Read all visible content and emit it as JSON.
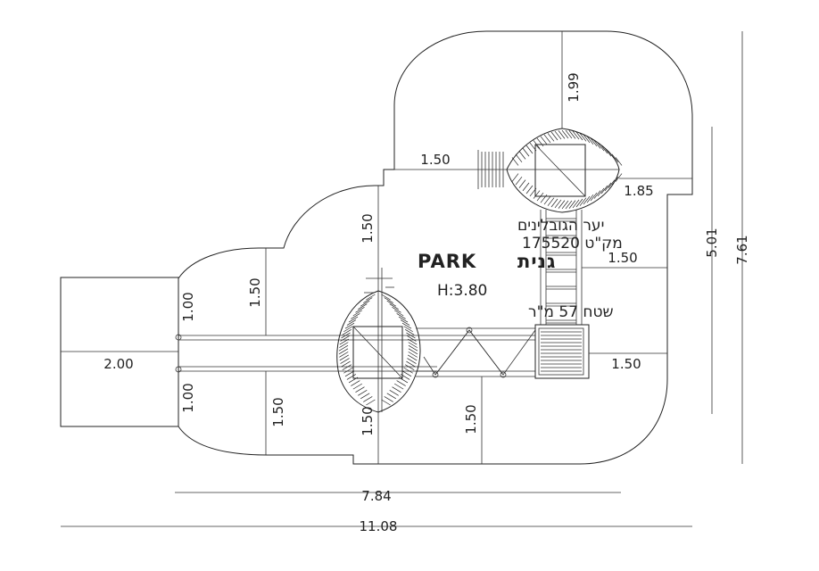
{
  "title": {
    "name": "יער הגובלינים",
    "sku_line": "מק\"ט 175520",
    "height": "H:3.80",
    "area": "שטח 57 מ\"ר"
  },
  "logo": {
    "latin": "PARK",
    "hebrew": "גנית"
  },
  "dimensions": {
    "total_width": "11.08",
    "inner_width": "7.84",
    "total_height": "7.61",
    "right_height": "5.01",
    "top_clearance": "1.99",
    "top_left": "1.50",
    "top_right": "1.85",
    "tower_right": "1.50",
    "bridge_right": "1.50",
    "mid_above": "1.50",
    "left_above": "1.50",
    "left_below": "1.50",
    "tree_below": "1.50",
    "bridge_below": "1.50",
    "left_top": "1.00",
    "left_bottom": "1.00",
    "left_width": "2.00"
  },
  "colors": {
    "line": "#222222",
    "background": "#ffffff"
  }
}
